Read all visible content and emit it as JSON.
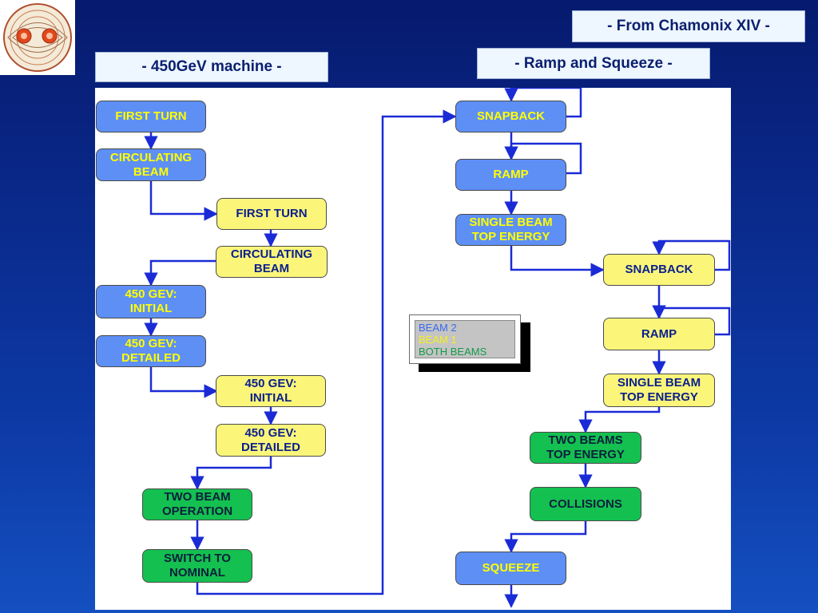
{
  "header": {
    "left_label": "- 450GeV machine -",
    "right_label": "- Ramp and Squeeze -",
    "source_label": "- From Chamonix XIV -"
  },
  "colors": {
    "beam2": "#5e8ff5",
    "beam1": "#fbf67a",
    "both_beams": "#14c050",
    "connector": "#1a2bd6"
  },
  "nodes": [
    {
      "id": "n1",
      "label": "FIRST TURN",
      "beam": "beam2"
    },
    {
      "id": "n2",
      "label": "CIRCULATING\nBEAM",
      "beam": "beam2"
    },
    {
      "id": "n3",
      "label": "FIRST TURN",
      "beam": "beam1"
    },
    {
      "id": "n4",
      "label": "CIRCULATING\nBEAM",
      "beam": "beam1"
    },
    {
      "id": "n5",
      "label": "450 GEV:\nINITIAL",
      "beam": "beam2"
    },
    {
      "id": "n6",
      "label": "450 GEV:\nDETAILED",
      "beam": "beam2"
    },
    {
      "id": "n7",
      "label": "450 GEV:\nINITIAL",
      "beam": "beam1"
    },
    {
      "id": "n8",
      "label": "450 GEV:\nDETAILED",
      "beam": "beam1"
    },
    {
      "id": "n9",
      "label": "TWO BEAM\nOPERATION",
      "beam": "both"
    },
    {
      "id": "n10",
      "label": "SWITCH TO\nNOMINAL",
      "beam": "both"
    },
    {
      "id": "n11",
      "label": "SNAPBACK",
      "beam": "beam2"
    },
    {
      "id": "n12",
      "label": "RAMP",
      "beam": "beam2"
    },
    {
      "id": "n13",
      "label": "SINGLE BEAM\nTOP ENERGY",
      "beam": "beam2"
    },
    {
      "id": "n14",
      "label": "SNAPBACK",
      "beam": "beam1"
    },
    {
      "id": "n15",
      "label": "RAMP",
      "beam": "beam1"
    },
    {
      "id": "n16",
      "label": "SINGLE BEAM\nTOP ENERGY",
      "beam": "beam1"
    },
    {
      "id": "n17",
      "label": "TWO BEAMS\nTOP ENERGY",
      "beam": "both"
    },
    {
      "id": "n18",
      "label": "COLLISIONS",
      "beam": "both"
    },
    {
      "id": "n19",
      "label": "SQUEEZE",
      "beam": "beam2"
    }
  ],
  "legend": {
    "beam2": "BEAM 2",
    "beam1": "BEAM 1",
    "both": "BOTH BEAMS"
  }
}
